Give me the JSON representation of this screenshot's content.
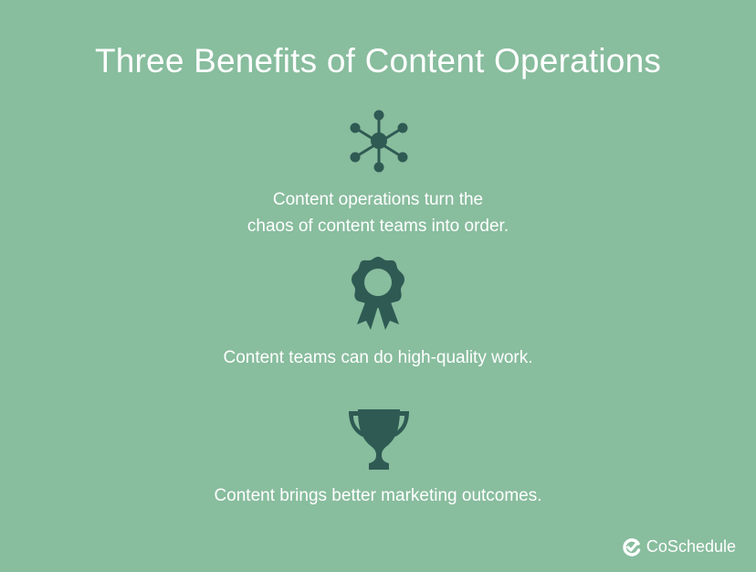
{
  "title": "Three Benefits of Content Operations",
  "benefits": [
    {
      "icon": "network-hub-icon",
      "line1": "Content operations turn the",
      "line2": "chaos of content teams into order."
    },
    {
      "icon": "award-ribbon-icon",
      "line1": "Content teams can do high-quality work."
    },
    {
      "icon": "trophy-icon",
      "line1": "Content brings better marketing outcomes."
    }
  ],
  "brand": {
    "name": "CoSchedule"
  },
  "colors": {
    "background": "#88bd9e",
    "icon": "#2f5a53",
    "text": "#ffffff"
  }
}
